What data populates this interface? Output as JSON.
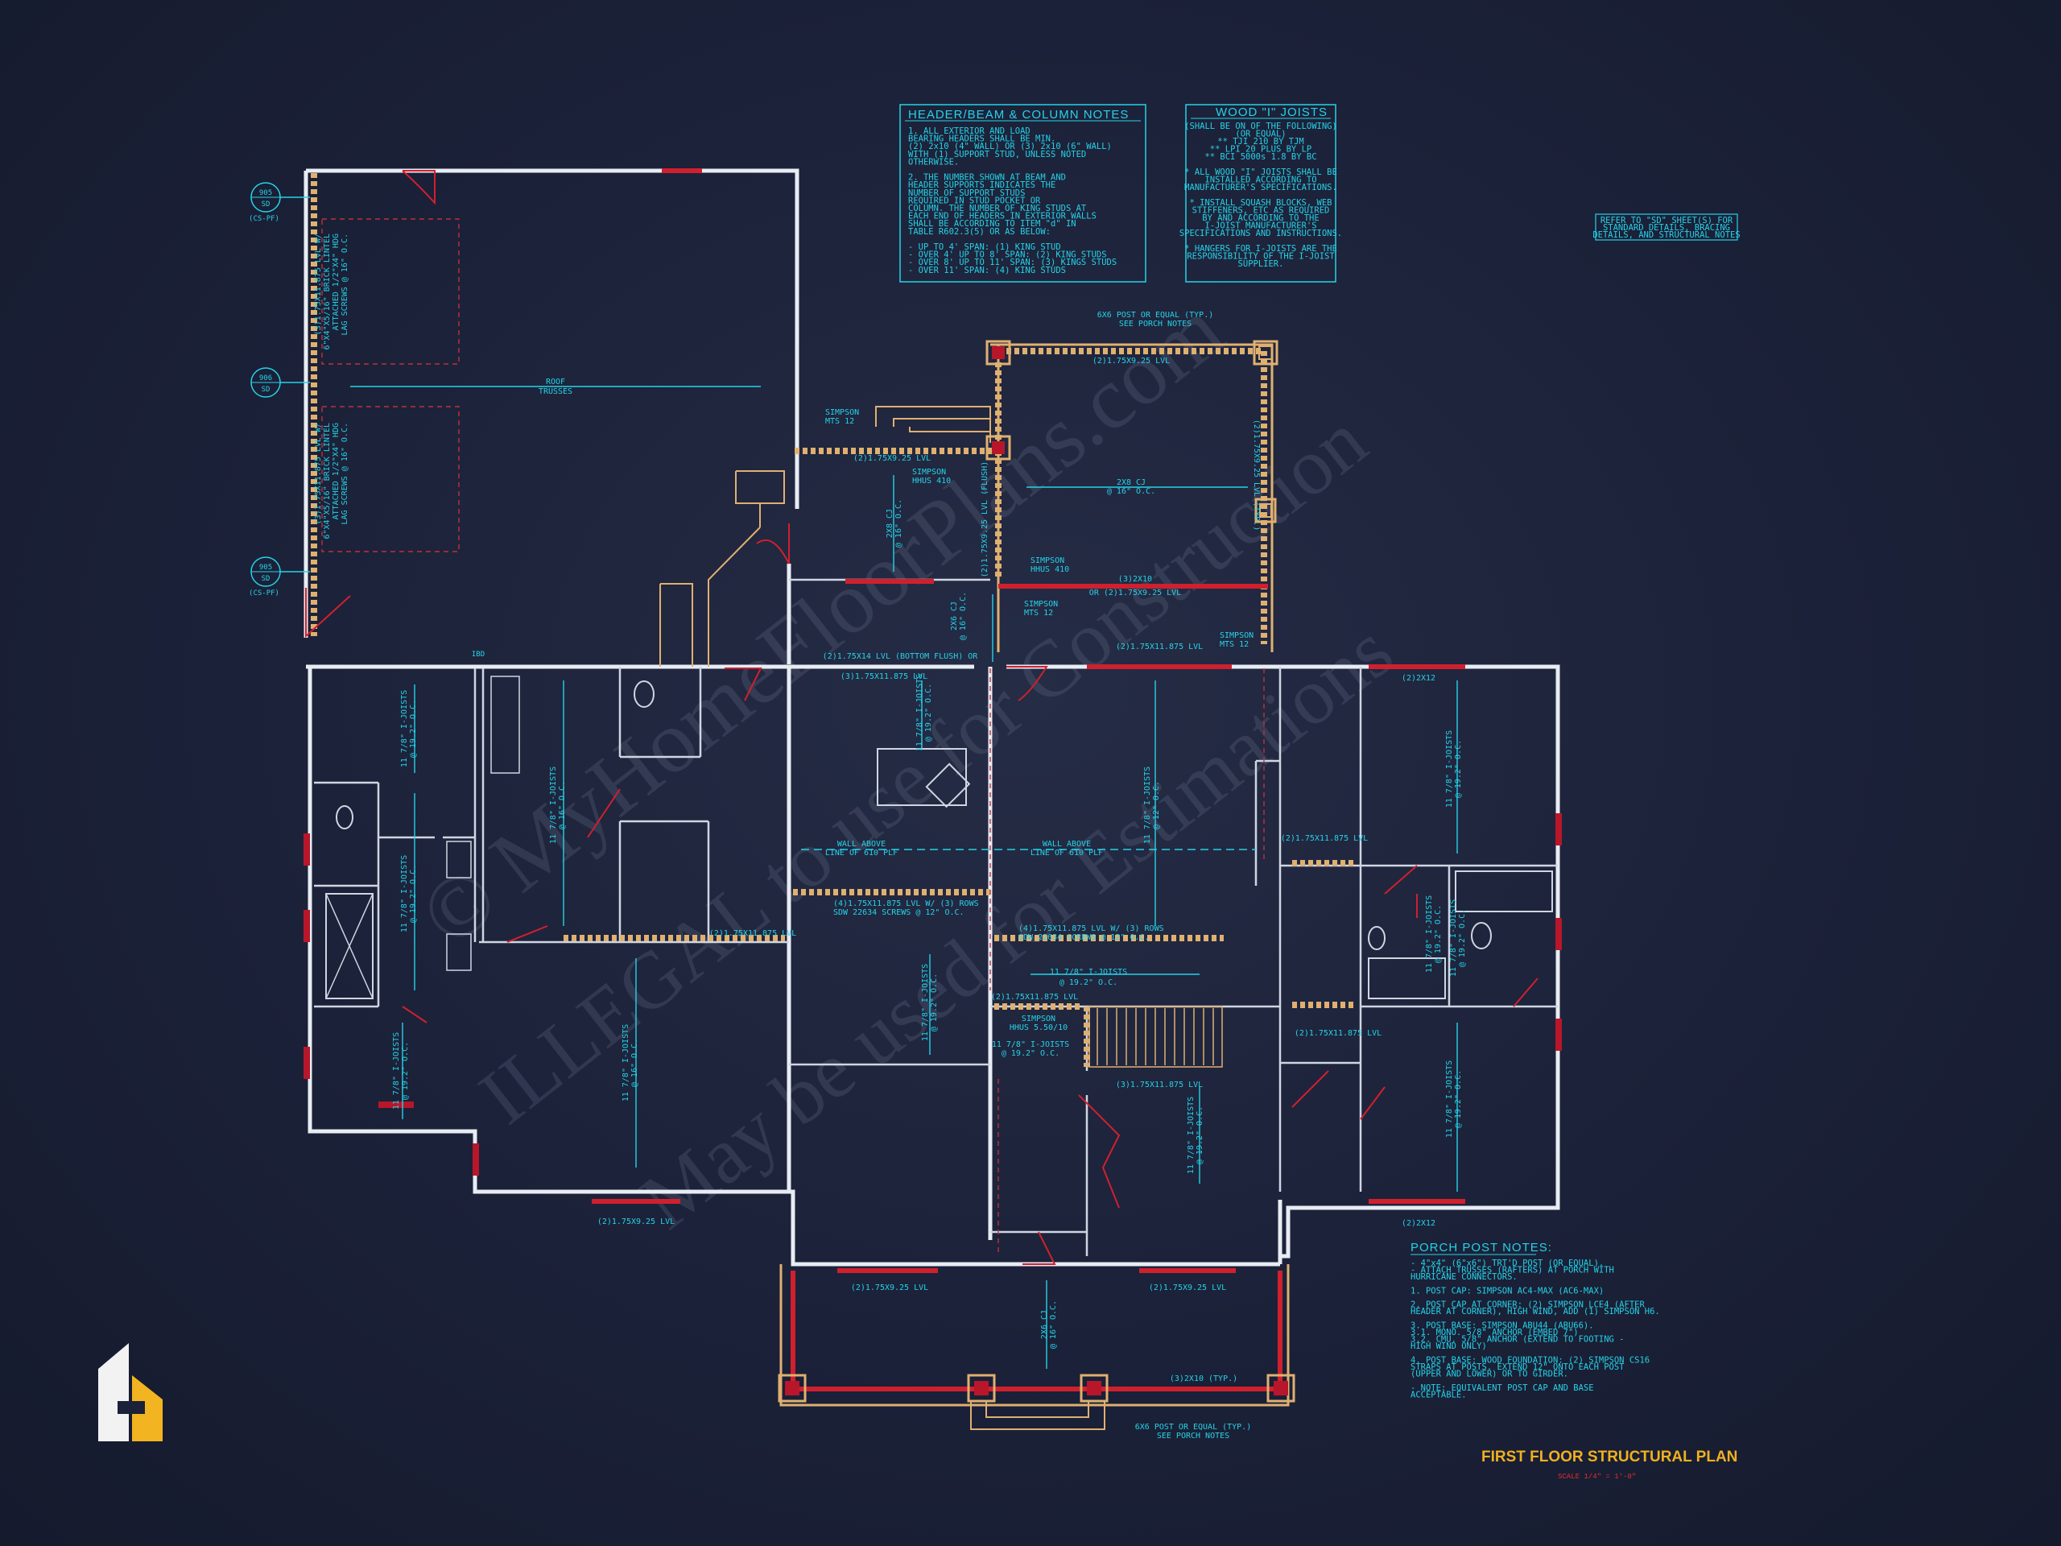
{
  "header_notes": {
    "title": "HEADER/BEAM & COLUMN NOTES",
    "lines": [
      "1. ALL EXTERIOR AND LOAD",
      "BEARING HEADERS SHALL BE MIN.",
      "(2) 2x10 (4\" WALL) OR (3) 2x10 (6\" WALL)",
      "WITH (1) SUPPORT STUD, UNLESS NOTED",
      "OTHERWISE.",
      "",
      "2. THE NUMBER SHOWN AT BEAM AND",
      "HEADER SUPPORTS INDICATES THE",
      "NUMBER OF SUPPORT STUDS",
      "REQUIRED IN STUD POCKET OR",
      "COLUMN. THE NUMBER OF KING STUDS AT",
      "EACH END OF HEADERS IN EXTERIOR WALLS",
      "SHALL BE ACCORDING TO ITEM \"d\" IN",
      "TABLE R602.3(5) OR AS BELOW:",
      "",
      "- UP TO 4' SPAN: (1) KING STUD",
      "- OVER 4' UP TO 8' SPAN: (2) KING STUDS",
      "- OVER 8' UP TO 11' SPAN: (3) KINGS STUDS",
      "- OVER 11' SPAN: (4) KING STUDS"
    ]
  },
  "joist_notes": {
    "title": "WOOD \"I\" JOISTS",
    "lines": [
      "(SHALL BE ON OF THE FOLLOWING)",
      "(OR EQUAL)",
      "** TJI 210 BY TJM",
      "** LPI 20 PLUS BY LP",
      "** BCI 5000s 1.8 BY BC",
      "",
      "* ALL WOOD \"I\" JOISTS SHALL BE",
      "INSTALLED ACCORDING TO",
      "MANUFACTURER'S SPECIFICATIONS.",
      "",
      "* INSTALL SQUASH BLOCKS, WEB",
      "STIFFENERS, ETC AS REQUIRED",
      "BY AND ACCORDING TO THE",
      "I-JOIST MANUFACTURER'S",
      "SPECIFICATIONS AND INSTRUCTIONS.",
      "",
      "* HANGERS FOR I-JOISTS ARE THE",
      "RESPONSIBILITY OF THE I-JOIST",
      "SUPPLIER."
    ]
  },
  "refer_note": [
    "REFER TO \"SD\" SHEET(S) FOR",
    "STANDARD DETAILS, BRACING",
    "DETAILS, AND STRUCTURAL NOTES"
  ],
  "porch_notes": {
    "title": "PORCH POST NOTES:",
    "lines": [
      "- 4\"x4\" (6\"x6\") TRT'D POST (OR EQUAL).",
      "- ATTACH TRUSSES (RAFTERS) AT PORCH WITH",
      "HURRICANE CONNECTORS.",
      "",
      "1. POST CAP: SIMPSON AC4-MAX (AC6-MAX)",
      "",
      "2. POST CAP AT CORNER: (2) SIMPSON LCE4 (AFTER",
      "HEADER AT CORNER), HIGH WIND, ADD (1) SIMPSON H6.",
      "",
      "3. POST BASE: SIMPSON ABU44 (ABU66).",
      "    3.1. MONO. 5/8\" ANCHOR (EMBED 7\")",
      "    3.2. CMU. 5/8\" ANCHOR (EXTEND TO FOOTING -",
      "HIGH WIND ONLY)",
      "",
      "4. POST BASE: WOOD FOUNDATION: (2) SIMPSON CS16",
      "STRAPS AT POSTS. EXTEND 12\" ONTO EACH POST",
      "(UPPER AND LOWER) OR TO GIRDER.",
      "",
      "- NOTE: EQUIVALENT POST CAP AND BASE",
      "ACCEPTABLE."
    ]
  },
  "plan_title": "FIRST FLOOR STRUCTURAL PLAN",
  "plan_scale": "SCALE 1/4\" = 1'-0\"",
  "detail_tags": [
    {
      "top": "905",
      "bottom": "SD",
      "sub": "(CS-PF)"
    },
    {
      "top": "906",
      "bottom": "SD",
      "sub": ""
    },
    {
      "top": "905",
      "bottom": "SD",
      "sub": "(CS-PF)"
    }
  ],
  "labels": {
    "roof_trusses": [
      "ROOF",
      "TRUSSES"
    ],
    "lintel_top": [
      "(3)1.75X11.875 LVL W/",
      "6\"X4\"X5/16\" BRICK LINTEL",
      "ATTACHED 1/2\"X4\" HDG",
      "LAG SCREWS @ 16\" O.C."
    ],
    "lintel_bottom": [
      "(3)1.75X11.875 LVL W/",
      "6\"X4\"X5/16\" BRICK LINTEL",
      "ATTACHED 1/2\"X4\" HDG",
      "LAG SCREWS @ 16\" O.C."
    ],
    "post_top": [
      "6X6 POST OR EQUAL (TYP.)",
      "SEE PORCH NOTES"
    ],
    "post_bottom": [
      "6X6 POST OR EQUAL (TYP.)",
      "SEE PORCH NOTES"
    ],
    "porch_beam_top": "(2)1.75X9.25 LVL",
    "porch_beam_right": "(2)1.75X9.25 LVL (TYP.)",
    "simpson_mts12": [
      "SIMPSON",
      "MTS 12"
    ],
    "beam_2x9": "(2)1.75X9.25 LVL",
    "simpson_hhus410": [
      "SIMPSON",
      "HHUS 410"
    ],
    "cj_2x8": [
      "2X8 CJ",
      "@ 16\" O.C."
    ],
    "lvl_flush": "(2)1.75X9.25 LVL (FLUSH)",
    "cj_2x8_b": [
      "2X8 CJ",
      "@ 16\" O.C."
    ],
    "hhus410_b": [
      "SIMPSON",
      "HHUS 410"
    ],
    "mts12_b": [
      "SIMPSON",
      "MTS 12"
    ],
    "beam_3_2x10": [
      "(3)2X10",
      "OR (2)1.75X9.25 LVL"
    ],
    "cj_2x6": [
      "2X6 CJ",
      "@ 16\" O.C."
    ],
    "beam_bottom_flush": "(2)1.75X14 LVL (BOTTOM FLUSH) OR",
    "beam_3_1175": "(3)1.75X11.875 LVL",
    "beam_2_1175_top": "(2)1.75X11.875 LVL",
    "mts12_c": [
      "SIMPSON",
      "MTS 12"
    ],
    "beam_2x12_top": "(2)2X12",
    "ij_1": [
      "11 7/8\" I-JOISTS",
      "@ 19.2\" O.C."
    ],
    "ij_2": [
      "11 7/8\" I-JOISTS",
      "@ 19.2\" O.C."
    ],
    "ij_3": [
      "11 7/8\" I-JOISTS",
      "@ 19.2\" O.C."
    ],
    "ij_4": [
      "11 7/8\" I-JOISTS",
      "@ 16\" O.C."
    ],
    "ij_5": [
      "11 7/8\" I-JOISTS",
      "@ 16\" O.C."
    ],
    "ij_6": [
      "11 7/8\" I-JOISTS",
      "@ 12\" O.C."
    ],
    "ij_7": [
      "11 7/8\" I-JOISTS",
      "@ 19.2\" O.C."
    ],
    "ij_8": [
      "11 7/8\" I-JOISTS",
      "@ 19.2\" O.C."
    ],
    "ij_9": [
      "11 7/8\" I-JOISTS",
      "@ 19.2\" O.C."
    ],
    "ij_10": [
      "11 7/8\" I-JOISTS",
      "@ 19.2\" O.C."
    ],
    "ij_11": [
      "11 7/8\" I-JOISTS",
      "@ 19.2\" O.C."
    ],
    "ij_12": [
      "11 7/8\" I-JOISTS",
      "@ 19.2\" O.C."
    ],
    "ij_13": [
      "11 7/8\" I-JOISTS",
      "@ 19.2\" O.C."
    ],
    "ij_14": [
      "11 7/8\" I-JOISTS",
      "@ 19.2\" O.C."
    ],
    "ij_15": [
      "11 7/8\" I-JOISTS",
      "@ 19.2\" O.C."
    ],
    "wall_above_1": [
      "WALL ABOVE",
      "LINE OF 610 PLF"
    ],
    "wall_above_2": [
      "WALL ABOVE",
      "LINE OF 610 PLF"
    ],
    "beam_4rows": [
      "(4)1.75X11.875 LVL W/ (3) ROWS",
      "SDW 22634 SCREWS @ 12\" O.C."
    ],
    "beam_4rows_b": [
      "(4)1.75X11.875 LVL W/ (3) ROWS",
      "SDW 22634 SCREWS @ 12\" O.C."
    ],
    "beam_2_1175_a": "(2)1.75X11.875 LVL",
    "beam_2_1175_b": "(2)1.75X11.875 LVL",
    "beam_2_1175_c": "(2)1.75X11.875 LVL",
    "beam_2_1175_d": "(2)1.75X11.875 LVL",
    "beam_3_1175_b": "(3)1.75X11.875 LVL",
    "hhus5": [
      "SIMPSON",
      "HHUS 5.50/10"
    ],
    "beam_bot_left": "(2)1.75X9.25 LVL",
    "beam_bot_mid1": "(2)1.75X9.25 LVL",
    "beam_bot_mid2": "(2)1.75X9.25 LVL",
    "beam_2x12_bot": "(2)2X12",
    "beam_3_2x10_typ": "(3)2X10 (TYP.)",
    "cj_2x6_b": [
      "2X6 CJ",
      "@ 16\" O.C."
    ],
    "ibd": "IBD"
  },
  "watermarks": [
    "© MyHomeFloorPlans.com",
    "ILLEGAL to use for Construction",
    "May be used for Estimations"
  ],
  "colors": {
    "cyan": "#25d3e8",
    "red": "#d0202e",
    "tan": "#e0b070",
    "wall": "#e8ecf3",
    "title": "#f0b020",
    "background": "#1b2138"
  },
  "logo": "house-logo-icon"
}
